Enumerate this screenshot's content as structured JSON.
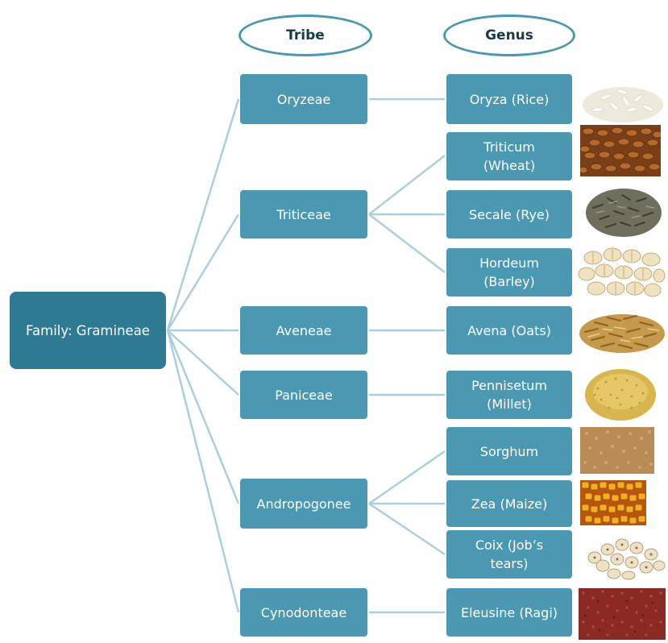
{
  "headers": {
    "tribe": "Tribe",
    "genus": "Genus"
  },
  "family": "Family:  Gramineae",
  "tribes": [
    "Oryzeae",
    "Triticeae",
    "Aveneae",
    "Paniceae",
    "Andropogonee",
    "Cynodonteae"
  ],
  "genera": [
    {
      "line1": "Oryza (Rice)",
      "line2": "",
      "image": "rice-grain-icon"
    },
    {
      "line1": "Triticum",
      "line2": "(Wheat)",
      "image": "wheat-grain-icon"
    },
    {
      "line1": "Secale (Rye)",
      "line2": "",
      "image": "rye-grain-icon"
    },
    {
      "line1": "Hordeum",
      "line2": "(Barley)",
      "image": "barley-grain-icon"
    },
    {
      "line1": "Avena (Oats)",
      "line2": "",
      "image": "oats-grain-icon"
    },
    {
      "line1": "Pennisetum",
      "line2": "(Millet)",
      "image": "millet-grain-icon"
    },
    {
      "line1": "Sorghum",
      "line2": "",
      "image": "sorghum-grain-icon"
    },
    {
      "line1": "Zea (Maize)",
      "line2": "",
      "image": "maize-grain-icon"
    },
    {
      "line1": "Coix (Job’s",
      "line2": "tears)",
      "image": "jobs-tears-grain-icon"
    },
    {
      "line1": "Eleusine (Ragi)",
      "line2": "",
      "image": "ragi-grain-icon"
    }
  ],
  "colors": {
    "box": "#4a98b2",
    "family_box": "#2f7a93",
    "connector": "#a9d0de",
    "header_text": "#173b48"
  }
}
